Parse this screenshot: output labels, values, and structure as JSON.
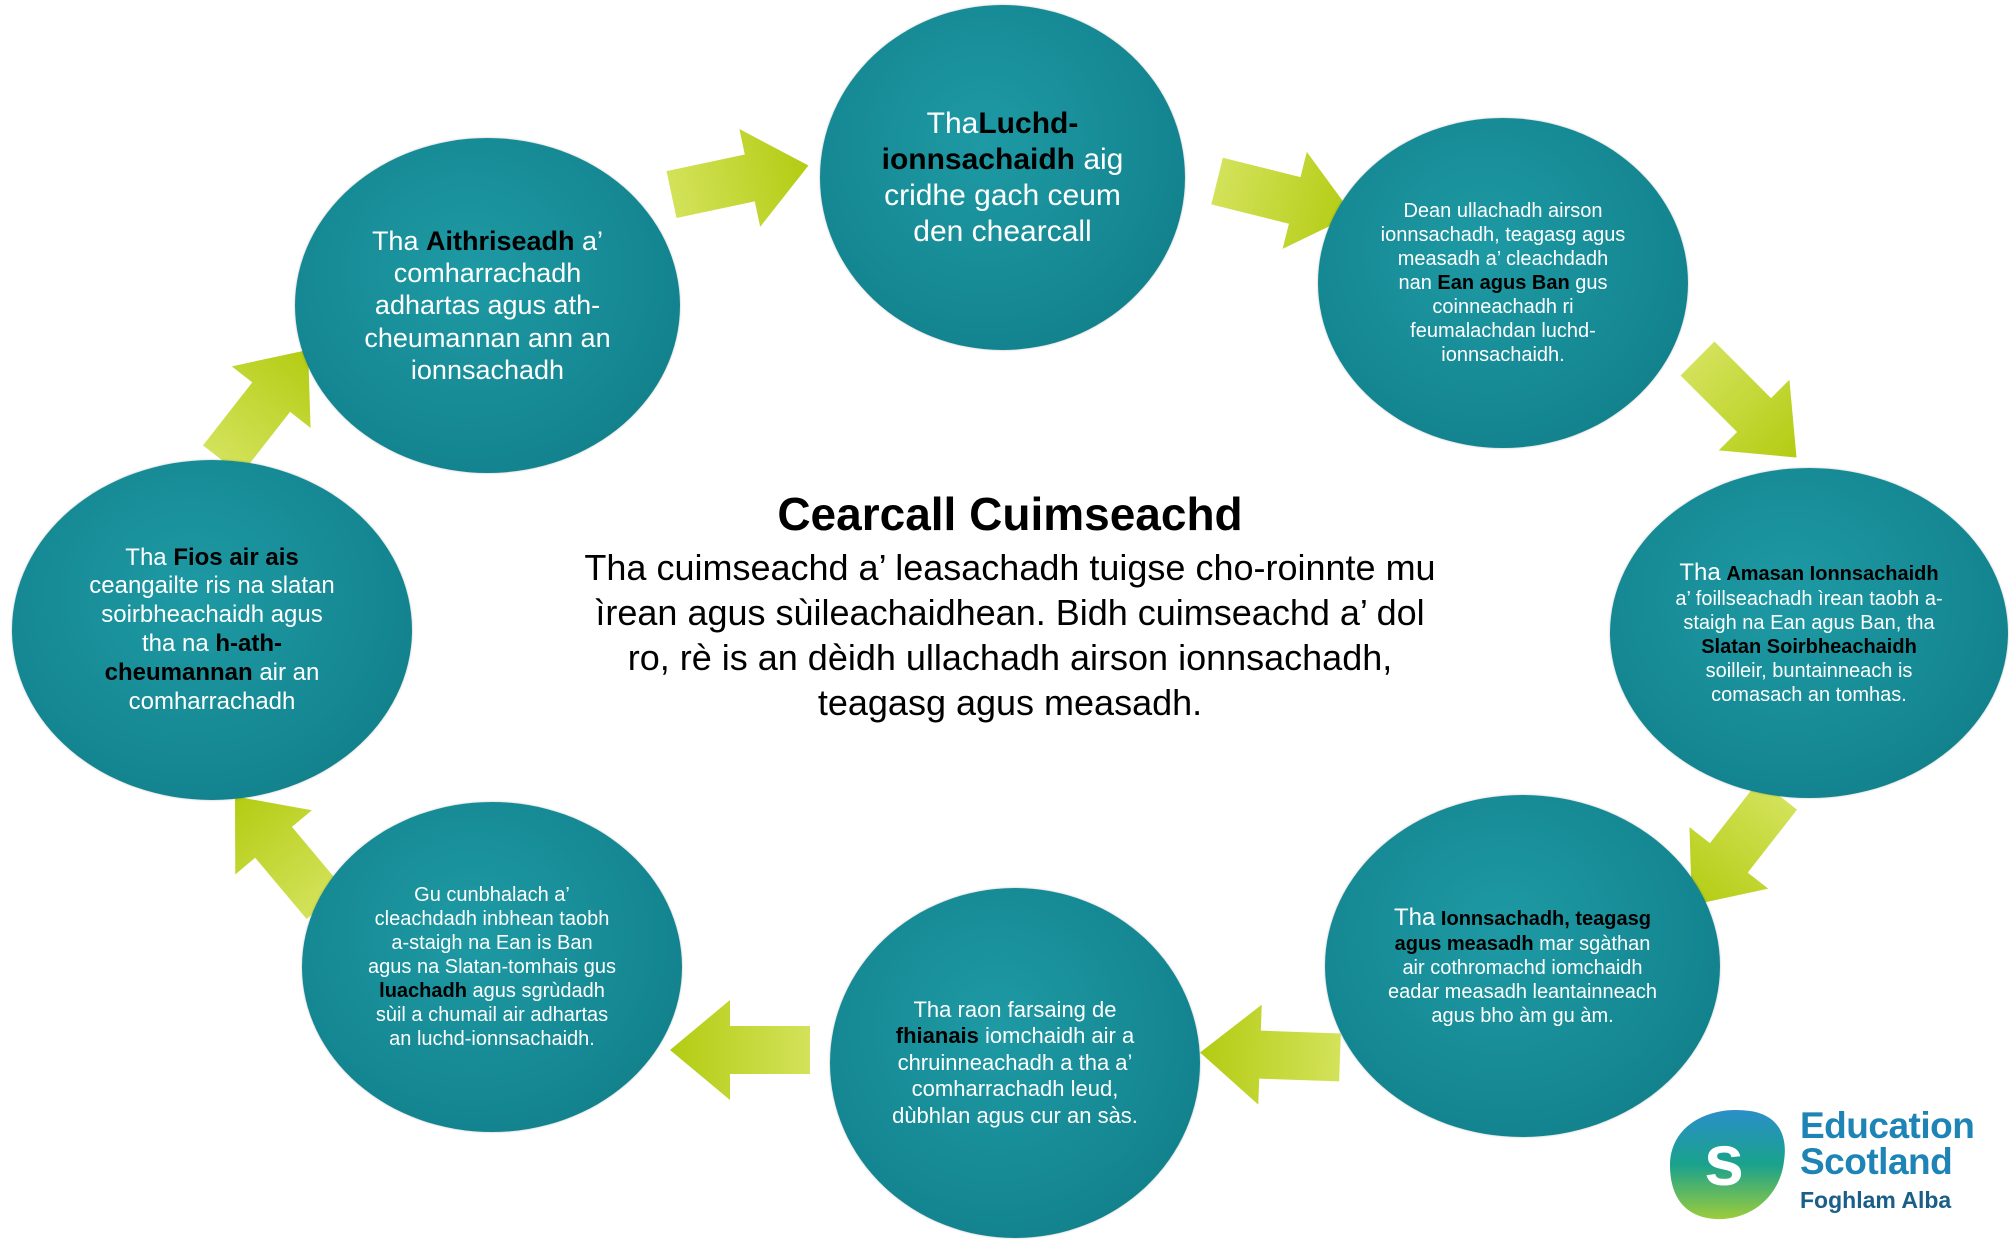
{
  "center": {
    "title": "Cearcall Cuimseachd",
    "body": "Tha cuimseachd a’ leasachadh tuigse cho-roinnte mu ìrean agus sùileachaidhean. Bidh cuimseachd a’ dol ro, rè is an dèidh ullachadh airson ionnsachadh, teagasg agus measadh."
  },
  "nodes": [
    {
      "id": "top",
      "pre": "Tha",
      "bold": "Luchd-ionnsachaidh",
      "post": "aig cridhe gach ceum den chearcall"
    },
    {
      "id": "top-right",
      "pre": "Dean ullachadh airson ionnsachadh, teagasg agus measadh a’ cleachdadh nan",
      "bold": "Ean agus Ban",
      "post": "gus coinneachadh ri feumalachdan luchd-ionnsachaidh."
    },
    {
      "id": "right",
      "pre": "Tha",
      "bold": "Amasan Ionnsachaidh",
      "mid": "a’ foillseachadh ìrean taobh a-staigh na Ean agus Ban, tha",
      "bold2": "Slatan Soirbheachaidh",
      "post": "soilleir, buntainneach is comasach an tomhas."
    },
    {
      "id": "bottom-right",
      "pre": "Tha",
      "bold": "Ionnsachadh, teagasg agus measadh",
      "post": "mar sgàthan air cothromachd iomchaidh eadar measadh leantainneach agus bho àm gu àm."
    },
    {
      "id": "bottom",
      "pre": "Tha raon farsaing de",
      "bold": "fhianais",
      "post": "iomchaidh air a chruinneachadh a tha a’ comharrachadh leud, dùbhlan agus cur an sàs."
    },
    {
      "id": "bottom-left",
      "pre": "Gu cunbhalach a’ cleachdadh inbhean taobh a-staigh na Ean is Ban agus na Slatan-tomhais gus",
      "bold": "luachadh",
      "post": "agus sgrùdadh sùil a chumail air adhartas an luchd-ionnsachaidh."
    },
    {
      "id": "left",
      "pre": "Tha",
      "bold": "Fios air ais",
      "mid": "ceangailte ris na slatan soirbheachaidh agus tha na",
      "bold2": "h-ath-cheumannan",
      "post": "air an comharrachadh"
    },
    {
      "id": "top-left",
      "pre": "Tha",
      "bold": "Aithriseadh",
      "post": "a’ comharrachadh adhartas agus ath-cheumannan ann an ionnsachadh"
    }
  ],
  "logo": {
    "line1": "Education",
    "line2": "Scotland",
    "line3": "Foghlam Alba"
  },
  "colors": {
    "circle": "#13848f",
    "arrow": "#bcd21b",
    "logo_text": "#1d84b5",
    "logo_green": "#8cc63f"
  }
}
